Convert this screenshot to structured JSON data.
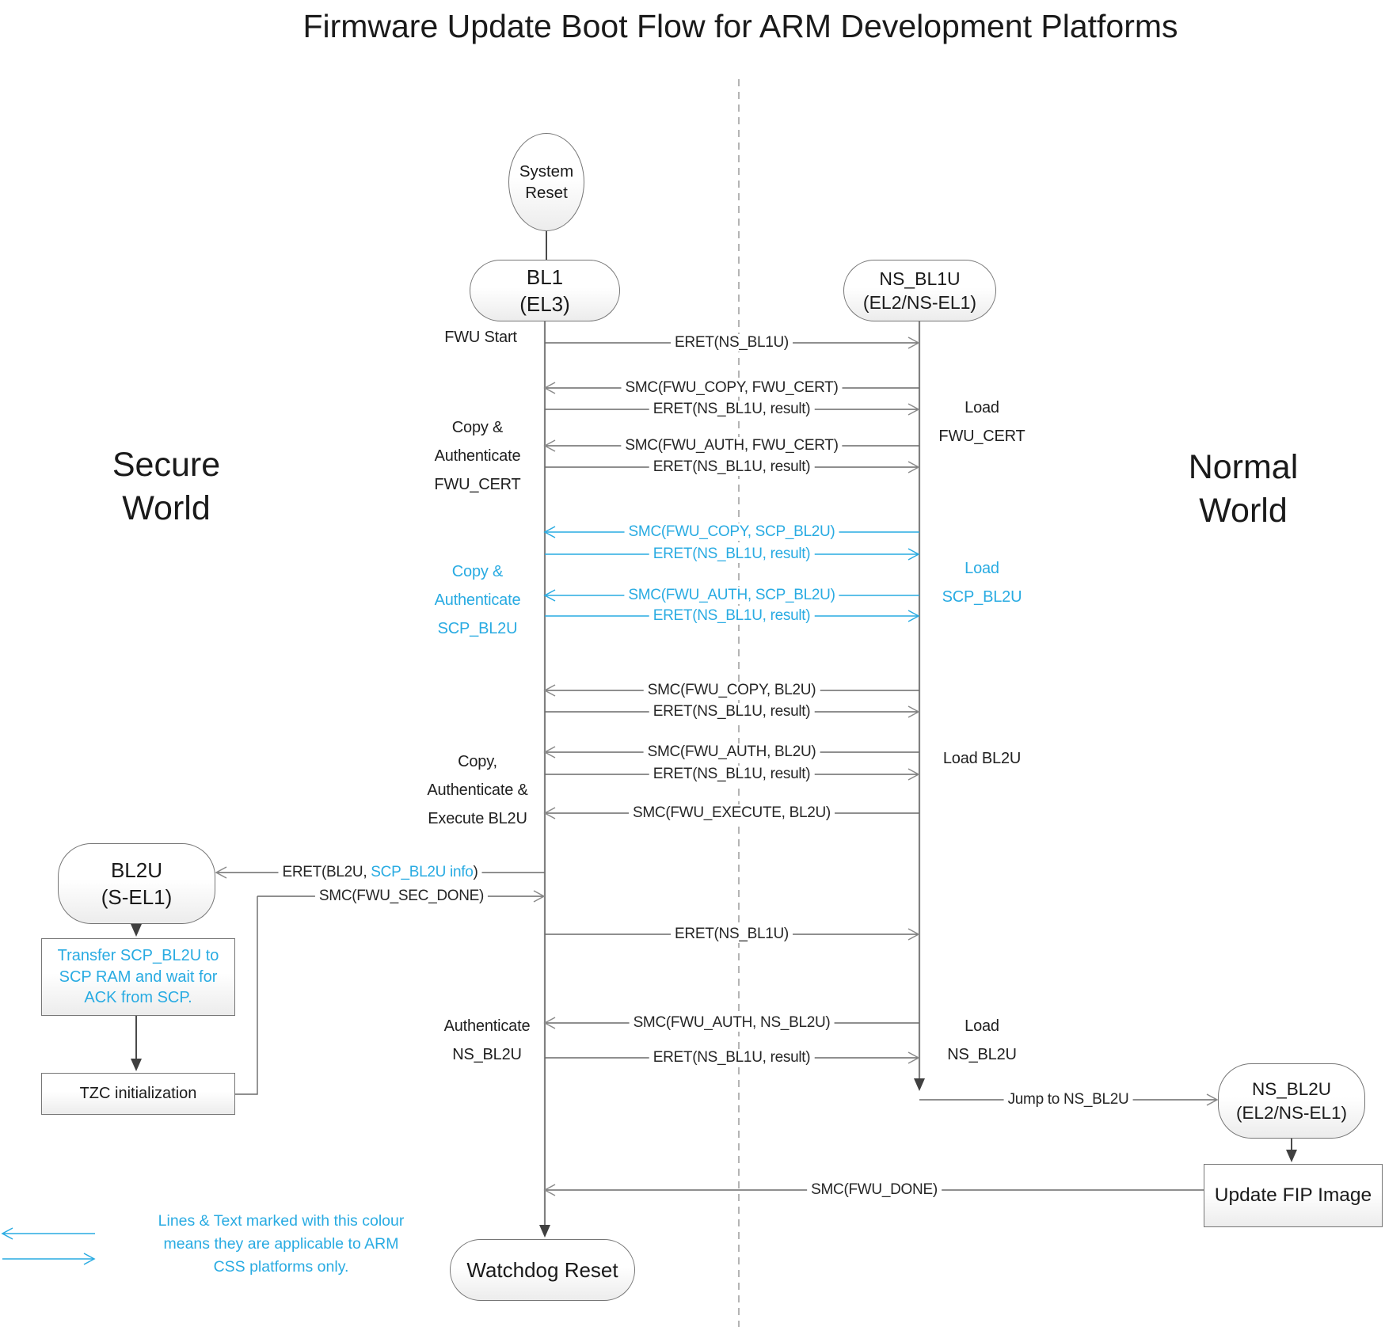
{
  "title": "Firmware Update Boot Flow for ARM Development Platforms",
  "worlds": {
    "secure": "Secure World",
    "normal": "Normal World"
  },
  "colors": {
    "css_blue": "#29ABE2",
    "line_gray": "#6a6a6a",
    "lifeline_gray": "#808080"
  },
  "nodes": {
    "system_reset": "System Reset",
    "bl1": {
      "l1": "BL1",
      "l2": "(EL3)"
    },
    "ns_bl1u": {
      "l1": "NS_BL1U",
      "l2": "(EL2/NS-EL1)"
    },
    "bl2u": {
      "l1": "BL2U",
      "l2": "(S-EL1)"
    },
    "ns_bl2u": {
      "l1": "NS_BL2U",
      "l2": "(EL2/NS-EL1)"
    },
    "transfer": "Transfer SCP_BL2U to SCP RAM and wait for ACK from SCP.",
    "tzc": "TZC initialization",
    "update_fip": "Update FIP Image",
    "watchdog": "Watchdog Reset"
  },
  "messages": {
    "eret_start": "ERET(NS_BL1U)",
    "smc_copy_fwu_cert": "SMC(FWU_COPY, FWU_CERT)",
    "eret_result_1": "ERET(NS_BL1U, result)",
    "smc_auth_fwu_cert": "SMC(FWU_AUTH, FWU_CERT)",
    "eret_result_2": "ERET(NS_BL1U, result)",
    "smc_copy_scp_bl2u": "SMC(FWU_COPY, SCP_BL2U)",
    "eret_result_3": "ERET(NS_BL1U, result)",
    "smc_auth_scp_bl2u": "SMC(FWU_AUTH, SCP_BL2U)",
    "eret_result_4": "ERET(NS_BL1U, result)",
    "smc_copy_bl2u": "SMC(FWU_COPY, BL2U)",
    "eret_result_5": "ERET(NS_BL1U, result)",
    "smc_auth_bl2u": "SMC(FWU_AUTH, BL2U)",
    "eret_result_6": "ERET(NS_BL1U, result)",
    "smc_execute_bl2u": "SMC(FWU_EXECUTE, BL2U)",
    "eret_bl2u_prefix": "ERET(BL2U, ",
    "eret_bl2u_blue": "SCP_BL2U info",
    "eret_bl2u_suffix": ")",
    "smc_sec_done": "SMC(FWU_SEC_DONE)",
    "eret_ns_bl1u_2": "ERET(NS_BL1U)",
    "smc_auth_ns_bl2u": "SMC(FWU_AUTH, NS_BL2U)",
    "eret_result_7": "ERET(NS_BL1U, result)",
    "jump": "Jump to NS_BL2U",
    "smc_done": "SMC(FWU_DONE)"
  },
  "side_labels": {
    "fwu_start": "FWU Start",
    "copy_auth_fwu_cert": [
      "Copy &",
      "Authenticate",
      "FWU_CERT"
    ],
    "copy_auth_scp_bl2u": [
      "Copy &",
      "Authenticate",
      "SCP_BL2U"
    ],
    "copy_auth_exec_bl2u": [
      "Copy,",
      "Authenticate &",
      "Execute BL2U"
    ],
    "auth_ns_bl2u": [
      "Authenticate",
      "NS_BL2U"
    ],
    "load_fwu_cert": [
      "Load",
      "FWU_CERT"
    ],
    "load_scp_bl2u": [
      "Load",
      "SCP_BL2U"
    ],
    "load_bl2u": "Load BL2U",
    "load_ns_bl2u": [
      "Load",
      "NS_BL2U"
    ]
  },
  "legend": {
    "text": "Lines & Text marked with this colour means they are applicable to ARM CSS platforms only."
  }
}
